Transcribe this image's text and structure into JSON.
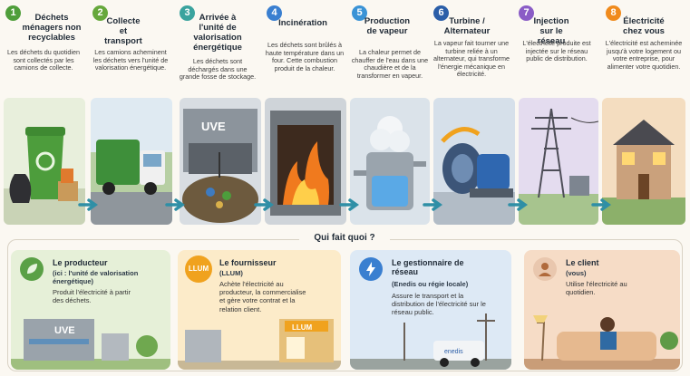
{
  "colors": {
    "step1": "#4f9e3a",
    "step2": "#66a83c",
    "step3": "#3aa39e",
    "step4": "#3a7fd0",
    "step5": "#3a93d6",
    "step6": "#2b5ea8",
    "step7": "#8a5cc6",
    "step8": "#f08a1c",
    "flow_arrow": "#2f8fa6"
  },
  "steps": [
    {
      "num": "1",
      "title": "Déchets ménagers non recyclables",
      "desc": "Les déchets du quotidien sont collectés par les camions de collecte."
    },
    {
      "num": "2",
      "title": "Collecte et transport",
      "desc": "Les camions acheminent les déchets vers l'unité de valorisation énergétique."
    },
    {
      "num": "3",
      "title": "Arrivée à l'unité de valorisation énergétique",
      "desc": "Les déchets sont déchargés dans une grande fosse de stockage."
    },
    {
      "num": "4",
      "title": "Incinération",
      "desc": "Les déchets sont brûlés à haute température dans un four. Cette combustion produit de la chaleur."
    },
    {
      "num": "5",
      "title": "Production de vapeur",
      "desc": "La chaleur permet de chauffer de l'eau dans une chaudière et de la transformer en vapeur."
    },
    {
      "num": "6",
      "title": "Turbine / Alternateur",
      "desc": "La vapeur fait tourner une turbine reliée à un alternateur, qui transforme l'énergie mécanique en électricité."
    },
    {
      "num": "7",
      "title": "Injection sur le réseau",
      "desc": "L'électricité produite est injectée sur le réseau public de distribution."
    },
    {
      "num": "8",
      "title": "Électricité chez vous",
      "desc": "L'électricité est acheminée jusqu'à votre logement ou votre entreprise, pour alimenter votre quotidien."
    }
  ],
  "scene_labels": {
    "uve_building": "UVE",
    "uve_card": "UVE",
    "llum_sign": "LLUM",
    "van_brand": "enedis"
  },
  "qui_fait_quoi": {
    "title": "Qui fait quoi ?",
    "cards": [
      {
        "title": "Le producteur",
        "subtitle": "(ici : l'unité de valorisation énergétique)",
        "desc": "Produit l'électricité à partir des déchets.",
        "icon": "leaf-icon"
      },
      {
        "title": "Le fournisseur",
        "subtitle": "(LLUM)",
        "desc": "Achète l'électricité au producteur, la commercialise et gère votre contrat et la relation client.",
        "badge_text": "LLUM"
      },
      {
        "title": "Le gestionnaire de réseau",
        "subtitle": "(Enedis ou régie locale)",
        "desc": "Assure le transport et la distribution de l'électricité sur le réseau public.",
        "icon": "lightning-icon"
      },
      {
        "title": "Le client",
        "subtitle": "(vous)",
        "desc": "Utilise l'électricité au quotidien.",
        "icon": "person-icon"
      }
    ]
  }
}
